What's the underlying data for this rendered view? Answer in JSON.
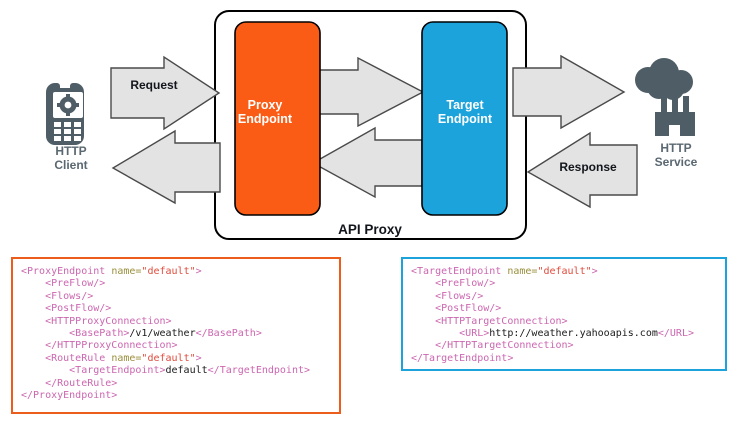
{
  "diagram": {
    "title": "API Proxy",
    "colors": {
      "proxy_endpoint": "#fb5c15",
      "target_endpoint": "#1ca3dc",
      "arrow_fill": "#e3e3e3",
      "arrow_stroke": "#4a4a4a",
      "icon": "#4e5d66",
      "container_stroke": "#000000"
    },
    "nodes": [
      {
        "name": "http-client",
        "caption": "HTTP\nClient",
        "icon": "mobile-phone-icon"
      },
      {
        "name": "proxy-endpoint",
        "label": "Proxy\nEndpoint"
      },
      {
        "name": "target-endpoint",
        "label": "Target\nEndpoint"
      },
      {
        "name": "http-service",
        "caption": "HTTP\nService",
        "icon": "cloud-factory-icon"
      }
    ],
    "arrows": [
      {
        "name": "request-arrow",
        "label": "Request",
        "direction": "right"
      },
      {
        "name": "proxy-to-target-arrow",
        "label": "",
        "direction": "right"
      },
      {
        "name": "target-to-service-arrow",
        "label": "",
        "direction": "right"
      },
      {
        "name": "service-to-target-arrow",
        "label": "Response",
        "direction": "left"
      },
      {
        "name": "target-to-proxy-arrow",
        "label": "",
        "direction": "left"
      },
      {
        "name": "proxy-to-client-arrow",
        "label": "",
        "direction": "left"
      }
    ]
  },
  "code": {
    "proxy": {
      "border_color": "#ec5c1a",
      "lines": [
        [
          {
            "t": "tg",
            "v": "<ProxyEndpoint "
          },
          {
            "t": "at",
            "v": "name="
          },
          {
            "t": "av",
            "v": "\"default\""
          },
          {
            "t": "tg",
            "v": ">"
          }
        ],
        [
          {
            "t": "tg",
            "v": "    <PreFlow/>"
          }
        ],
        [
          {
            "t": "tg",
            "v": "    <Flows/>"
          }
        ],
        [
          {
            "t": "tg",
            "v": "    <PostFlow/>"
          }
        ],
        [
          {
            "t": "tg",
            "v": "    <HTTPProxyConnection>"
          }
        ],
        [
          {
            "t": "tg",
            "v": "        <BasePath>"
          },
          {
            "t": "tx",
            "v": "/v1/weather"
          },
          {
            "t": "tg",
            "v": "</BasePath>"
          }
        ],
        [
          {
            "t": "tg",
            "v": "    </HTTPProxyConnection>"
          }
        ],
        [
          {
            "t": "tg",
            "v": "    <RouteRule "
          },
          {
            "t": "at",
            "v": "name="
          },
          {
            "t": "av",
            "v": "\"default\""
          },
          {
            "t": "tg",
            "v": ">"
          }
        ],
        [
          {
            "t": "tg",
            "v": "        <TargetEndpoint>"
          },
          {
            "t": "tx",
            "v": "default"
          },
          {
            "t": "tg",
            "v": "</TargetEndpoint>"
          }
        ],
        [
          {
            "t": "tg",
            "v": "    </RouteRule>"
          }
        ],
        [
          {
            "t": "tg",
            "v": "</ProxyEndpoint>"
          }
        ]
      ]
    },
    "target": {
      "border_color": "#1ca3dc",
      "lines": [
        [
          {
            "t": "tg",
            "v": "<TargetEndpoint "
          },
          {
            "t": "at",
            "v": "name="
          },
          {
            "t": "av",
            "v": "\"default\""
          },
          {
            "t": "tg",
            "v": ">"
          }
        ],
        [
          {
            "t": "tg",
            "v": "    <PreFlow/>"
          }
        ],
        [
          {
            "t": "tg",
            "v": "    <Flows/>"
          }
        ],
        [
          {
            "t": "tg",
            "v": "    <PostFlow/>"
          }
        ],
        [
          {
            "t": "tg",
            "v": "    <HTTPTargetConnection>"
          }
        ],
        [
          {
            "t": "tg",
            "v": "        <URL>"
          },
          {
            "t": "tx",
            "v": "http://weather.yahooapis.com"
          },
          {
            "t": "tg",
            "v": "</URL>"
          }
        ],
        [
          {
            "t": "tg",
            "v": "    </HTTPTargetConnection>"
          }
        ],
        [
          {
            "t": "tg",
            "v": "</TargetEndpoint>"
          }
        ]
      ]
    }
  }
}
